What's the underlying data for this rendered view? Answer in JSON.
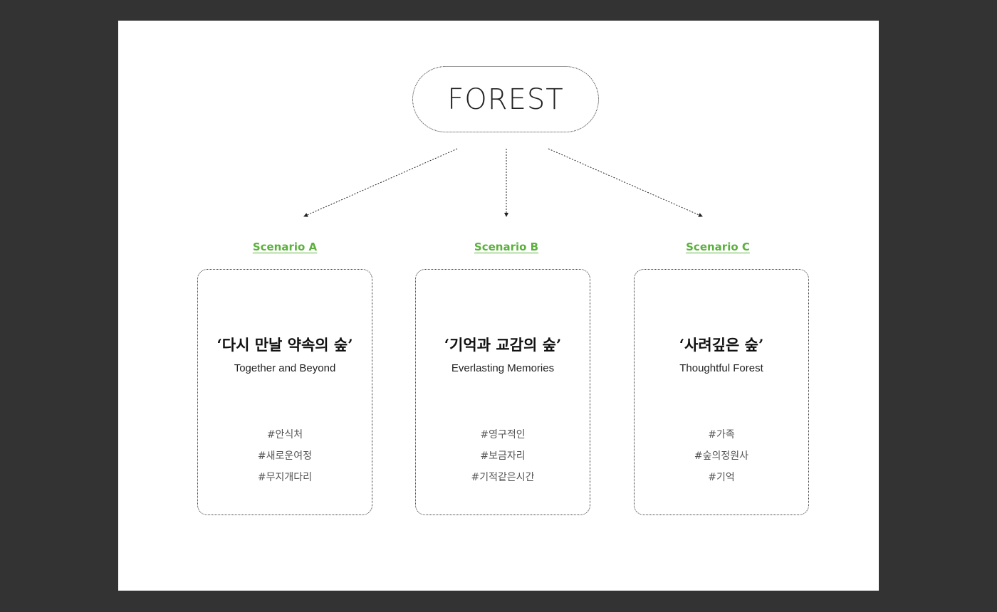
{
  "root": {
    "label": "FOREST"
  },
  "scenarios": [
    {
      "label": "Scenario A",
      "title": "‘다시 만날 약속의 숲’",
      "subtitle": "Together and Beyond",
      "tags": [
        "#안식처",
        "#새로운여정",
        "#무지개다리"
      ]
    },
    {
      "label": "Scenario B",
      "title": "‘기억과 교감의 숲’",
      "subtitle": "Everlasting Memories",
      "tags": [
        "#영구적인",
        "#보금자리",
        "#기적같은시간"
      ]
    },
    {
      "label": "Scenario C",
      "title": "‘사려깊은 숲’",
      "subtitle": "Thoughtful Forest",
      "tags": [
        "#가족",
        "#숲의정원사",
        "#기억"
      ]
    }
  ],
  "colors": {
    "accent": "#5bb13d",
    "background": "#333333",
    "slide": "#ffffff"
  }
}
